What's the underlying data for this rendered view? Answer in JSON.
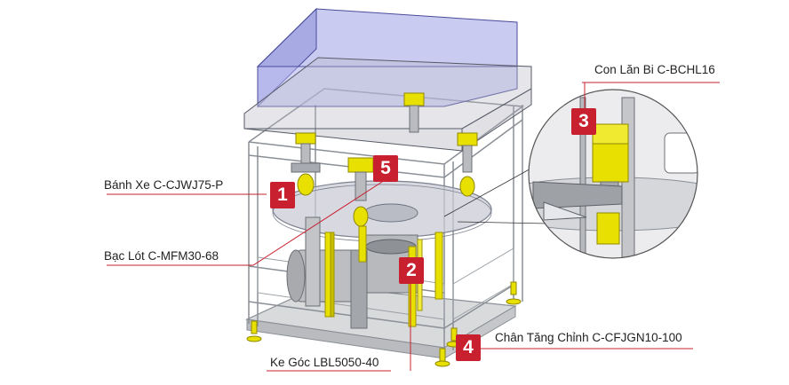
{
  "callouts": [
    {
      "number": "1",
      "label": "Bánh Xe C-CJWJ75-P"
    },
    {
      "number": "2",
      "label": "Bạc Lót C-MFM30-68"
    },
    {
      "number": "3",
      "label": "Con Lăn Bi C-BCHL16"
    },
    {
      "number": "4",
      "label": "Chân Tăng Chỉnh C-CFJGN10-100"
    },
    {
      "number": "5",
      "label": "Ke Góc LBL5050-40"
    }
  ],
  "colors": {
    "badge": "#c8202f",
    "leader": "#c8202f",
    "frame": "#8a8f96",
    "glass": "#9ea0e6",
    "yellow": "#e8e000"
  }
}
